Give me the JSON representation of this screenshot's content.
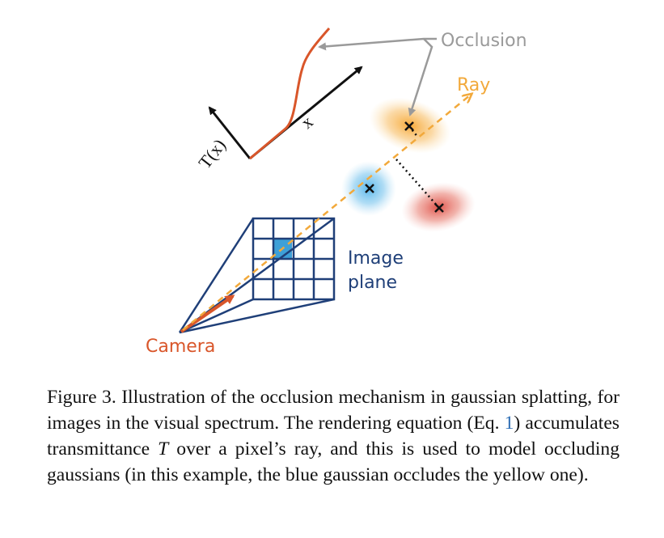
{
  "colors": {
    "camera": "#d9562a",
    "ray": "#f2a93b",
    "occlusion": "#9a9a9a",
    "image_plane": "#1f3f78",
    "blue_gaussian": "#4fb3ea",
    "yellow_gaussian": "#f6ad3c",
    "red_gaussian": "#e0544a",
    "link": "#2f6fb5"
  },
  "figure": {
    "labels": {
      "occlusion": "Occlusion",
      "ray": "Ray",
      "image_plane_line1": "Image",
      "image_plane_line2": "plane",
      "camera": "Camera",
      "transmittance_axis": "T(x)",
      "x_axis": "x"
    }
  },
  "caption": {
    "part1": "Figure 3.  Illustration of the occlusion mechanism in gaussian splatting, for images in the visual spectrum. The rendering equation (Eq. ",
    "eq_ref": "1",
    "part2": ") accumulates transmittance ",
    "symbol": "T",
    "part3": " over a pixel’s ray, and this is used to model occluding gaussians (in this example, the blue gaussian occludes the yellow one)."
  }
}
